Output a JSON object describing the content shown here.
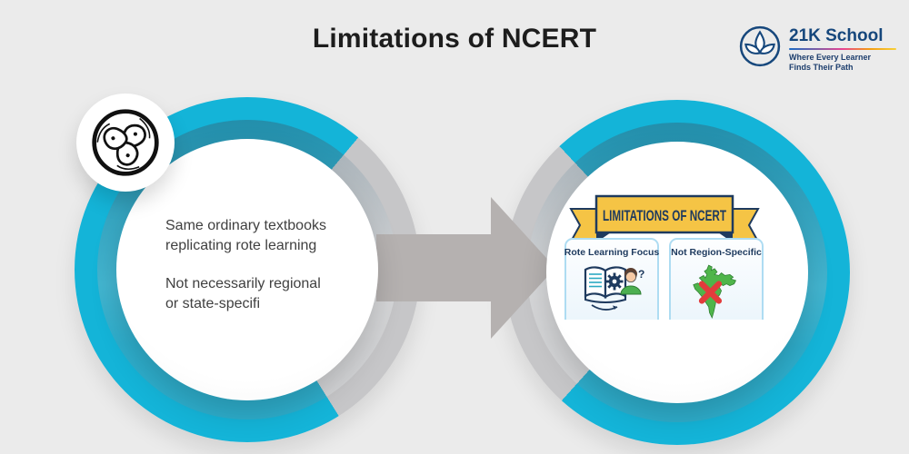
{
  "header": {
    "title": "Limitations of NCERT"
  },
  "logo": {
    "name": "21K School",
    "tagline": [
      "Where Every Learner",
      "Finds Their Path"
    ]
  },
  "left_circle": {
    "paragraphs": [
      {
        "lines": [
          "Same ordinary textbooks",
          "replicating rote learning"
        ]
      },
      {
        "lines": [
          "Not necessarily regional",
          "or state-specifi"
        ]
      }
    ]
  },
  "right_circle": {
    "banner_title": "LIMITATIONS OF NCERT",
    "cards": [
      {
        "title": "Rote Learning Focus",
        "icon": "book-gear-learner-icon"
      },
      {
        "title": "Not Region-Specific",
        "icon": "india-map-crossed-out-icon"
      }
    ]
  },
  "colors": {
    "background": "#ebebeb",
    "accent_cyan": "#14b4d8",
    "ring_gray": "#c6c6c8",
    "arrow_gray": "#b5b1b0",
    "navy": "#1e3a5e",
    "banner_yellow": "#f5c445",
    "card_border_blue": "#aedcf2",
    "map_green": "#4fb54a",
    "cross_red": "#e23c3c",
    "logo_navy": "#16477c"
  }
}
